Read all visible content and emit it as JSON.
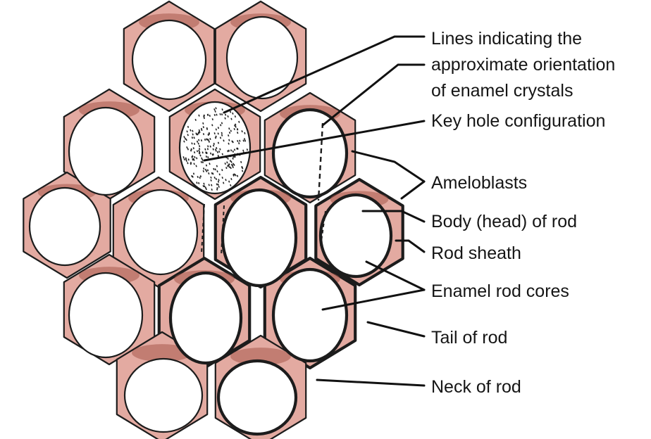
{
  "colors": {
    "tissue": "#e3aaa1",
    "shade": "#a8584d",
    "outline": "#1c1c1c",
    "core": "#ffffff",
    "text": "#151515"
  },
  "labels": {
    "crystals_line1": "Lines indicating the",
    "crystals_line2": "approximate orientation",
    "crystals_line3": "of enamel crystals",
    "keyhole": "Key hole configuration",
    "ameloblasts": "Ameloblasts",
    "body": "Body (head) of rod",
    "sheath": "Rod sheath",
    "cores": "Enamel rod cores",
    "tail": "Tail of rod",
    "neck": "Neck of rod"
  }
}
